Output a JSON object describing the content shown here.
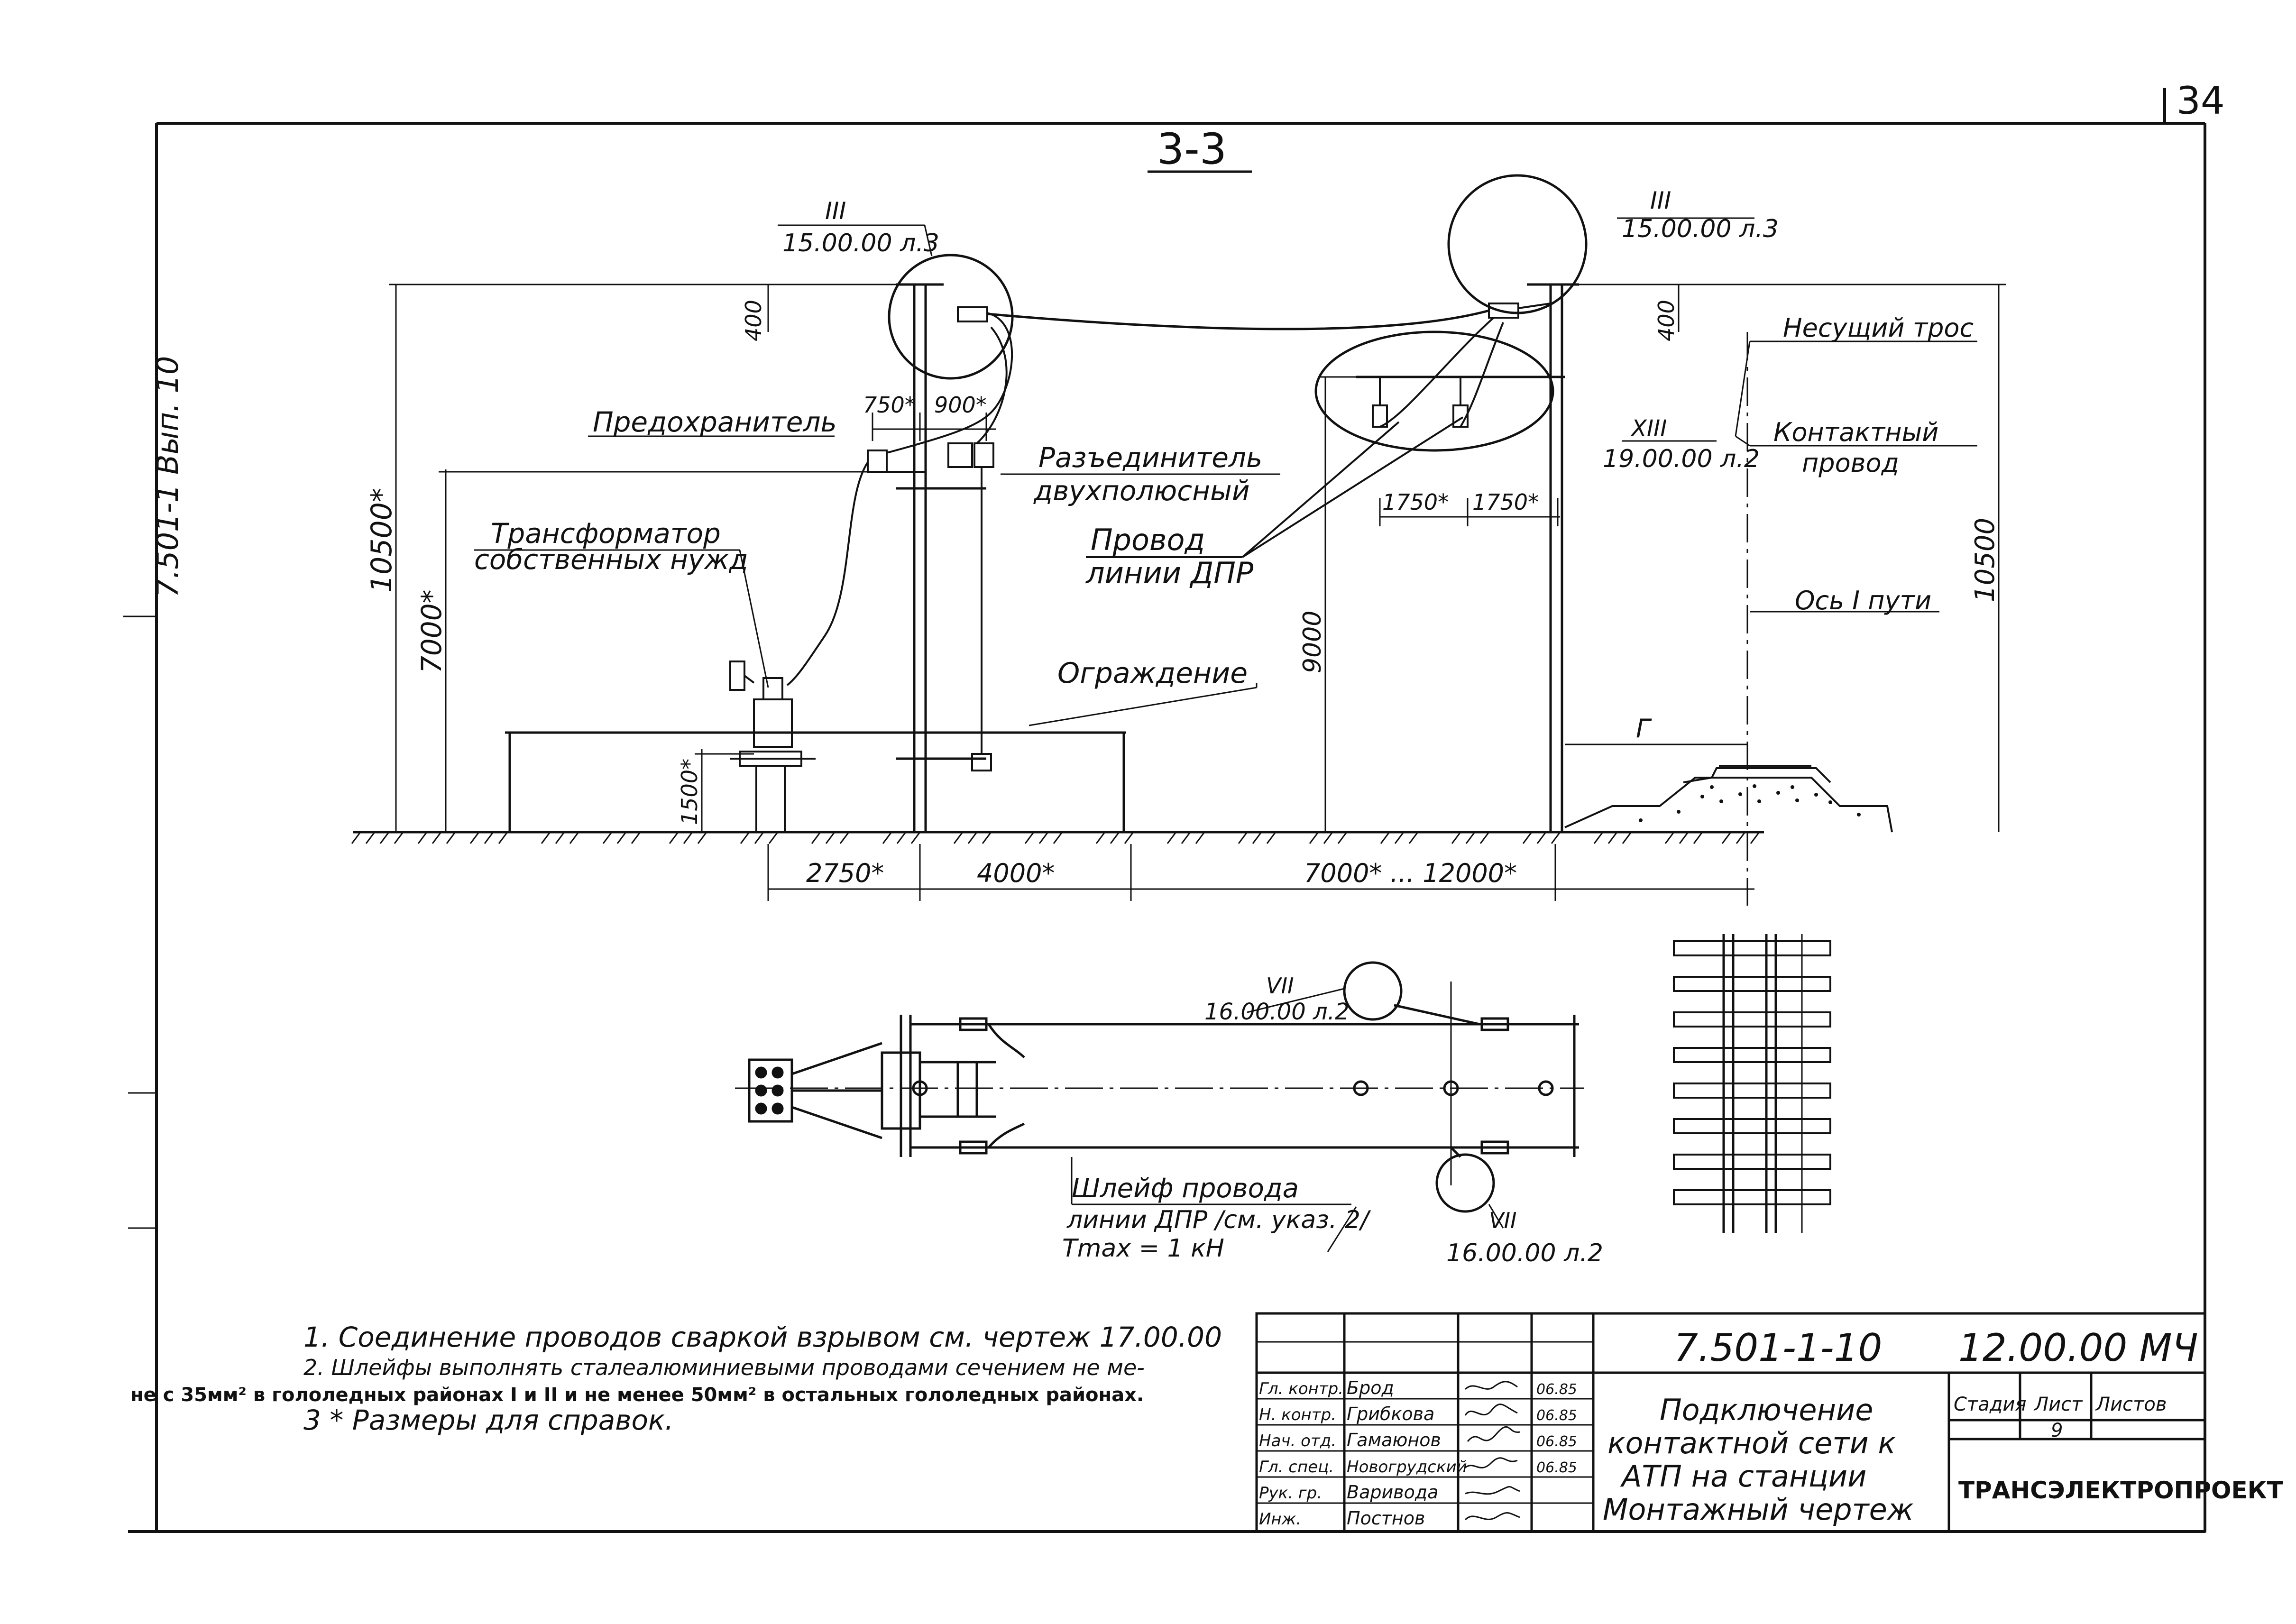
{
  "sheet": {
    "page_number": "34",
    "side_label": "7.501-1 Вып. 10",
    "section_title": "3-3"
  },
  "callouts": {
    "node_left": {
      "roman": "III",
      "ref": "15.00.00 л.3"
    },
    "node_right": {
      "roman": "III",
      "ref": "15.00.00 л.3"
    },
    "node_xiii": {
      "roman": "XIII",
      "ref": "19.00.00 л.2"
    },
    "node_vii_top": {
      "roman": "VII",
      "ref": "16.00.00 л.2"
    },
    "node_vii_bottom": {
      "roman": "VII",
      "ref": "16.00.00 л.2"
    }
  },
  "labels": {
    "fuse": "Предохранитель",
    "disconnector_l1": "Разъединитель",
    "disconnector_l2": "двухполюсный",
    "transformer_l1": "Трансформатор",
    "transformer_l2": "собственных нужд",
    "wire_l1": "Провод",
    "wire_l2": "линии ДПР",
    "fence": "Ограждение",
    "carrier_cable": "Несущий трос",
    "contact_wire_l1": "Контактный",
    "contact_wire_l2": "провод",
    "track_axis": "Ось I пути",
    "gauge": "Г",
    "loop_l1": "Шлейф провода",
    "loop_l2": "линии ДПР /см. указ. 2/",
    "loop_l3": "Tmax = 1 кН"
  },
  "dimensions": {
    "d400_left": "400",
    "d400_right": "400",
    "d750": "750*",
    "d900": "900*",
    "d10500_left": "10500*",
    "d7000": "7000*",
    "d1500": "1500*",
    "d9000": "9000",
    "d10500_right": "10500",
    "d1750_a": "1750*",
    "d1750_b": "1750*",
    "d2750": "2750*",
    "d4000": "4000*",
    "d7000_12000": "7000* ... 12000*"
  },
  "notes": {
    "n1": "1. Соединение проводов сваркой взрывом см. чертеж 17.00.00",
    "n2": "2. Шлейфы выполнять сталеалюминиевыми проводами сечением не ме-",
    "n2b": "не с 35мм² в гололедных районах I и II и не менее 50мм² в остальных гололедных районах.",
    "n3": "3 * Размеры для справок."
  },
  "title_block": {
    "doc_code": "7.501-1-10",
    "drawing_code": "12.00.00 МЧ",
    "title_l1": "Подключение",
    "title_l2": "контактной сети к",
    "title_l3": "АТП на станции",
    "title_l4": "Монтажный чертеж",
    "stage_header": "Стадия",
    "sheet_header": "Лист",
    "sheets_header": "Листов",
    "sheet_value": "9",
    "organization": "ТРАНСЭЛЕКТРОПРОЕКТ",
    "signers": [
      {
        "role": "Гл. контр.",
        "name": "Брод",
        "date": "06.85"
      },
      {
        "role": "Н. контр.",
        "name": "Грибкова",
        "date": "06.85"
      },
      {
        "role": "Нач. отд.",
        "name": "Гамаюнов",
        "date": "06.85"
      },
      {
        "role": "Гл. спец.",
        "name": "Новогрудский",
        "date": "06.85"
      },
      {
        "role": "Рук. гр.",
        "name": "Варивода",
        "date": ""
      },
      {
        "role": "Инж.",
        "name": "Постнов",
        "date": ""
      }
    ]
  }
}
